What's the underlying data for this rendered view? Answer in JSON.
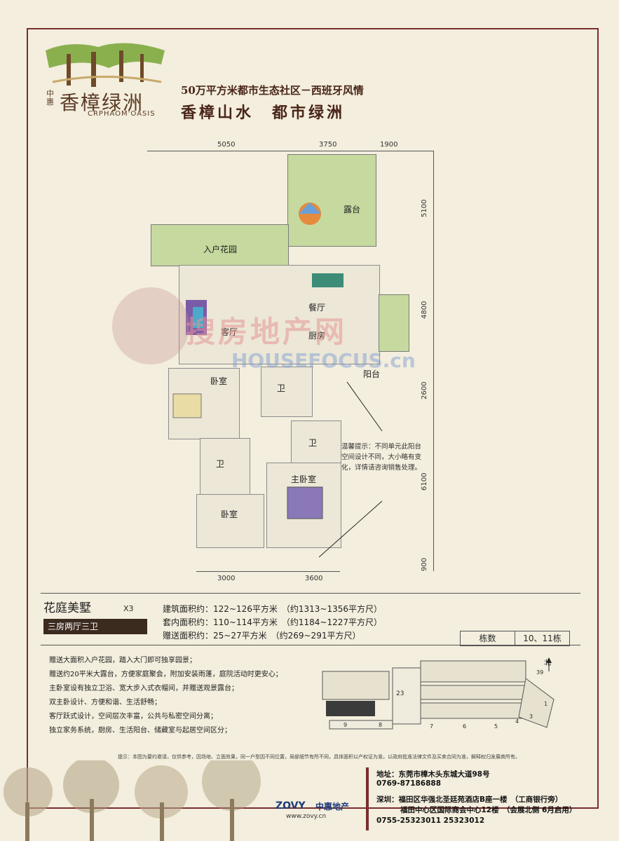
{
  "logo": {
    "brand_small": "中惠",
    "name_cn": "香樟绿洲",
    "name_en": "CRPHAOM'OASIS"
  },
  "tagline": {
    "line1": "50万平方米都市生态社区－西班牙风情",
    "line2": "香樟山水　都市绿洲"
  },
  "plan": {
    "dims_top": [
      "5050",
      "3750",
      "1900"
    ],
    "dims_right": [
      "5100",
      "4800",
      "2600",
      "6100",
      "900"
    ],
    "dims_bottom": [
      "3000",
      "3600"
    ],
    "rooms": {
      "terrace": "露台",
      "entry_garden": "入户花园",
      "dining": "餐厅",
      "living": "客厅",
      "kitchen": "厨房",
      "balcony": "阳台",
      "bedroom1": "卧室",
      "bath1": "卫",
      "bath2": "卫",
      "bath3": "卫",
      "master": "主卧室",
      "bedroom2": "卧室"
    },
    "note": "温馨提示：不同单元此阳台空间设计不同，大小略有变化，详情请咨询销售处理。"
  },
  "watermark": {
    "cn": "搜房地产网",
    "en": "HOUSEFOCUS.cn"
  },
  "unit": {
    "name": "花庭美墅",
    "count": "X3",
    "type": "三房两厅三卫",
    "area_lines": [
      "建筑面积约：122~126平方米　（约1313~1356平方尺）",
      "套内面积约：110~114平方米　（约1184~1227平方尺）",
      "赠送面积约：25~27平方米　（约269~291平方尺）"
    ],
    "building_label": "栋数",
    "building_value": "10、11栋"
  },
  "features": [
    "赠送大面积入户花园，踏入大门即可独享园景；",
    "赠送约20平米大露台，方便家庭聚会，附加安装雨蓬，庭院活动时更安心；",
    "主卧室设有独立卫浴、宽大步入式衣帽间，并赠送观景露台；",
    "双主卧设计、方便和谐、生活舒畅；",
    "客厅跃式设计，空间层次丰富，公共与私密空间分离；",
    "独立家务系统，厨房、生活阳台、储藏室与起居空间区分；"
  ],
  "siteplan": {
    "north": "北",
    "numbers": [
      "23",
      "39",
      "1",
      "9",
      "8",
      "7",
      "6",
      "5",
      "4",
      "3"
    ]
  },
  "disclaimer": "提示：本图为要约邀请，仅供参考，因场地、立面效果，同一户型因不同位置，局部细节有所不同，具体面积以产权证为准，以政府批准法律文件及买卖合同为准，解释权归发展商所有。",
  "footer": {
    "brand": "ZOVY",
    "brand_cn": "中惠地产",
    "url": "www.zovy.cn",
    "addr1": "地址：东莞市樟木头东城大道98号",
    "tel1": "0769-87186888",
    "addr2": "深圳：福田区华强北圣廷苑酒店B座一楼　（工商银行旁）",
    "addr3": "福田中心区国际商会中心12楼　（会展北侧 6月启用）",
    "tel2": "0755-25323011 25323012"
  }
}
